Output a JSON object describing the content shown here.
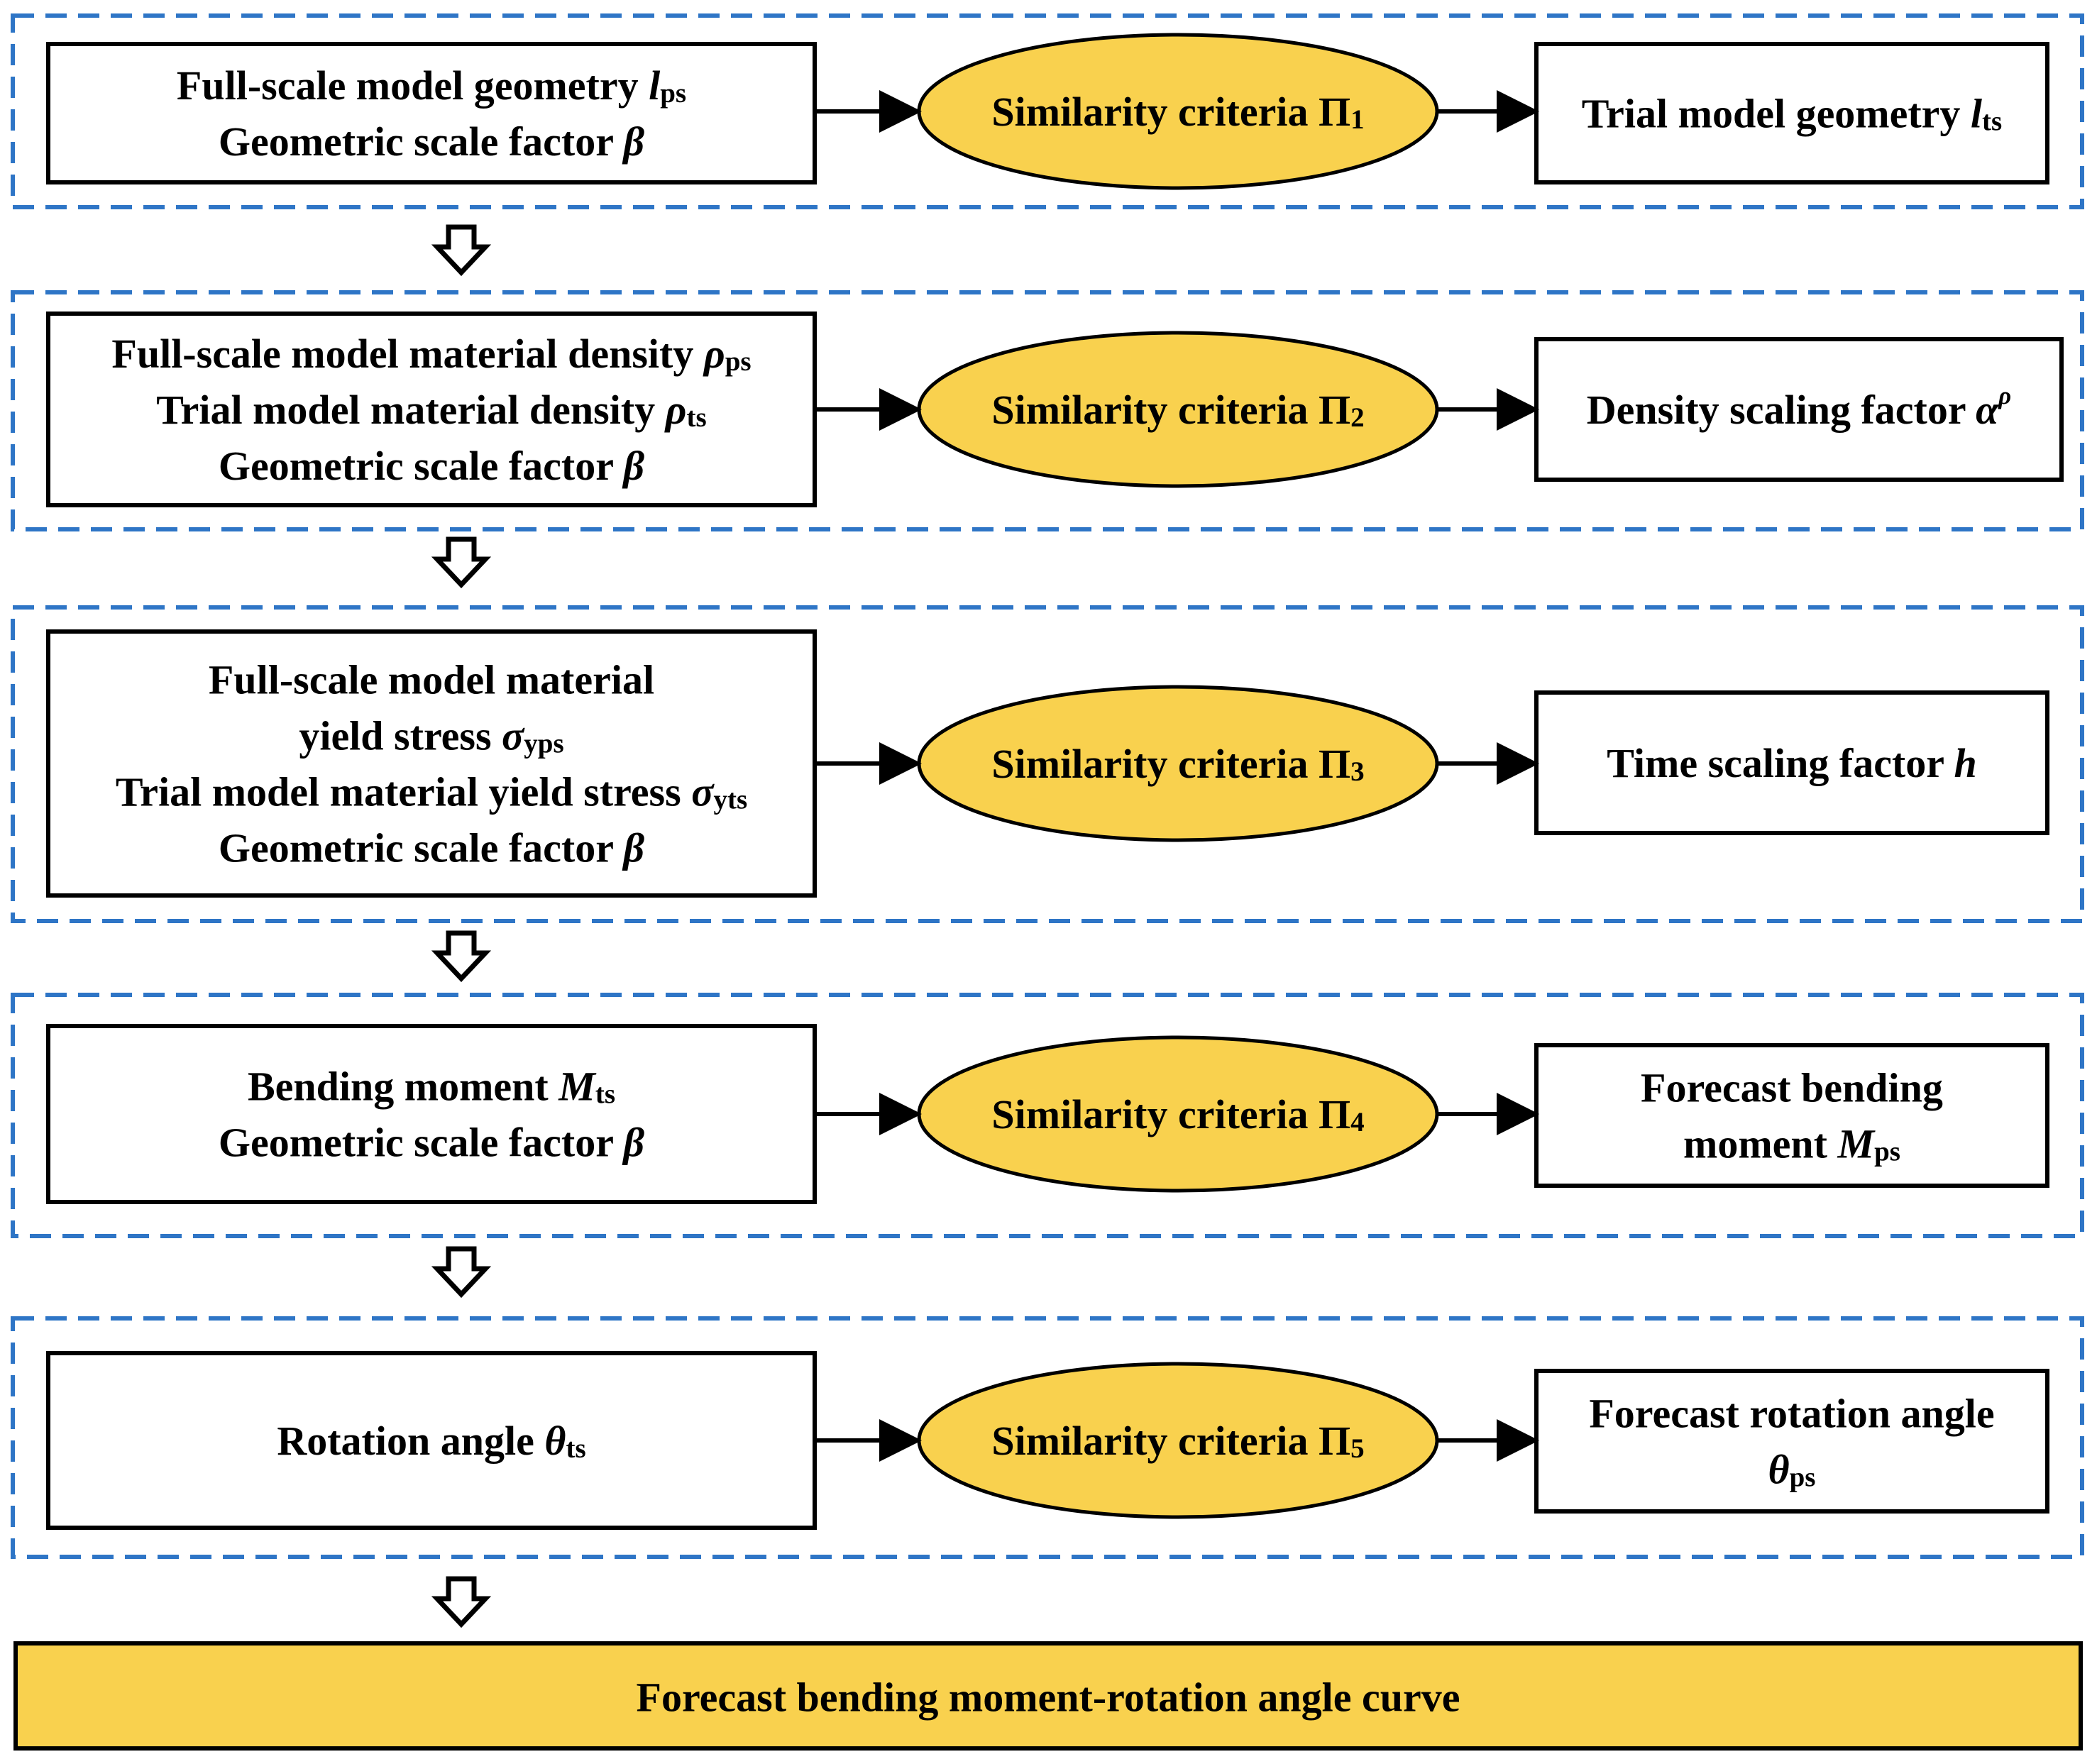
{
  "colors": {
    "stage_border": "#2E75C6",
    "box_stroke": "#000000",
    "ellipse_fill": "#F9D14E",
    "result_fill": "#F9D14E",
    "arrow": "#000000"
  },
  "stages": [
    {
      "inputs": [
        [
          {
            "t": "Full-scale model geometry "
          },
          {
            "t": "l",
            "i": true
          },
          {
            "t": "ps",
            "sub": true
          }
        ],
        [
          {
            "t": "Geometric scale factor "
          },
          {
            "t": "β",
            "i": true
          }
        ]
      ],
      "criteria": [
        {
          "t": "Similarity criteria Π"
        },
        {
          "t": "1",
          "sub": true
        }
      ],
      "outputs": [
        [
          {
            "t": "Trial model geometry "
          },
          {
            "t": "l",
            "i": true
          },
          {
            "t": "ts",
            "sub": true
          }
        ]
      ]
    },
    {
      "inputs": [
        [
          {
            "t": "Full-scale model material density "
          },
          {
            "t": "ρ",
            "i": true
          },
          {
            "t": "ps",
            "sub": true
          }
        ],
        [
          {
            "t": "Trial model material density "
          },
          {
            "t": "ρ",
            "i": true
          },
          {
            "t": "ts",
            "sub": true
          }
        ],
        [
          {
            "t": "Geometric scale factor "
          },
          {
            "t": "β",
            "i": true
          }
        ]
      ],
      "criteria": [
        {
          "t": "Similarity criteria Π"
        },
        {
          "t": "2",
          "sub": true
        }
      ],
      "outputs": [
        [
          {
            "t": "Density scaling factor "
          },
          {
            "t": "α",
            "i": true
          },
          {
            "t": "ρ",
            "sup": true,
            "i": true
          }
        ]
      ]
    },
    {
      "inputs": [
        [
          {
            "t": "Full-scale model material"
          }
        ],
        [
          {
            "t": "yield stress "
          },
          {
            "t": "σ",
            "i": true
          },
          {
            "t": "yps",
            "sub": true
          }
        ],
        [
          {
            "t": "Trial model material yield stress "
          },
          {
            "t": "σ",
            "i": true
          },
          {
            "t": "yts",
            "sub": true
          }
        ],
        [
          {
            "t": "Geometric scale factor "
          },
          {
            "t": "β",
            "i": true
          }
        ]
      ],
      "criteria": [
        {
          "t": "Similarity criteria Π"
        },
        {
          "t": "3",
          "sub": true
        }
      ],
      "outputs": [
        [
          {
            "t": "Time scaling factor "
          },
          {
            "t": "h",
            "i": true
          }
        ]
      ]
    },
    {
      "inputs": [
        [
          {
            "t": "Bending moment "
          },
          {
            "t": "M",
            "i": true
          },
          {
            "t": "ts",
            "sub": true
          }
        ],
        [
          {
            "t": "Geometric scale factor "
          },
          {
            "t": "β",
            "i": true
          }
        ]
      ],
      "criteria": [
        {
          "t": "Similarity criteria Π"
        },
        {
          "t": "4",
          "sub": true
        }
      ],
      "outputs": [
        [
          {
            "t": "Forecast bending"
          }
        ],
        [
          {
            "t": "moment "
          },
          {
            "t": "M",
            "i": true
          },
          {
            "t": "ps",
            "sub": true
          }
        ]
      ]
    },
    {
      "inputs": [
        [
          {
            "t": "Rotation angle "
          },
          {
            "t": "θ",
            "i": true
          },
          {
            "t": "ts",
            "sub": true
          }
        ]
      ],
      "criteria": [
        {
          "t": "Similarity criteria Π"
        },
        {
          "t": "5",
          "sub": true
        }
      ],
      "outputs": [
        [
          {
            "t": "Forecast rotation angle"
          }
        ],
        [
          {
            "t": "θ",
            "i": true
          },
          {
            "t": "ps",
            "sub": true
          }
        ]
      ]
    }
  ],
  "result": {
    "label": "Forecast bending moment-rotation angle curve"
  }
}
